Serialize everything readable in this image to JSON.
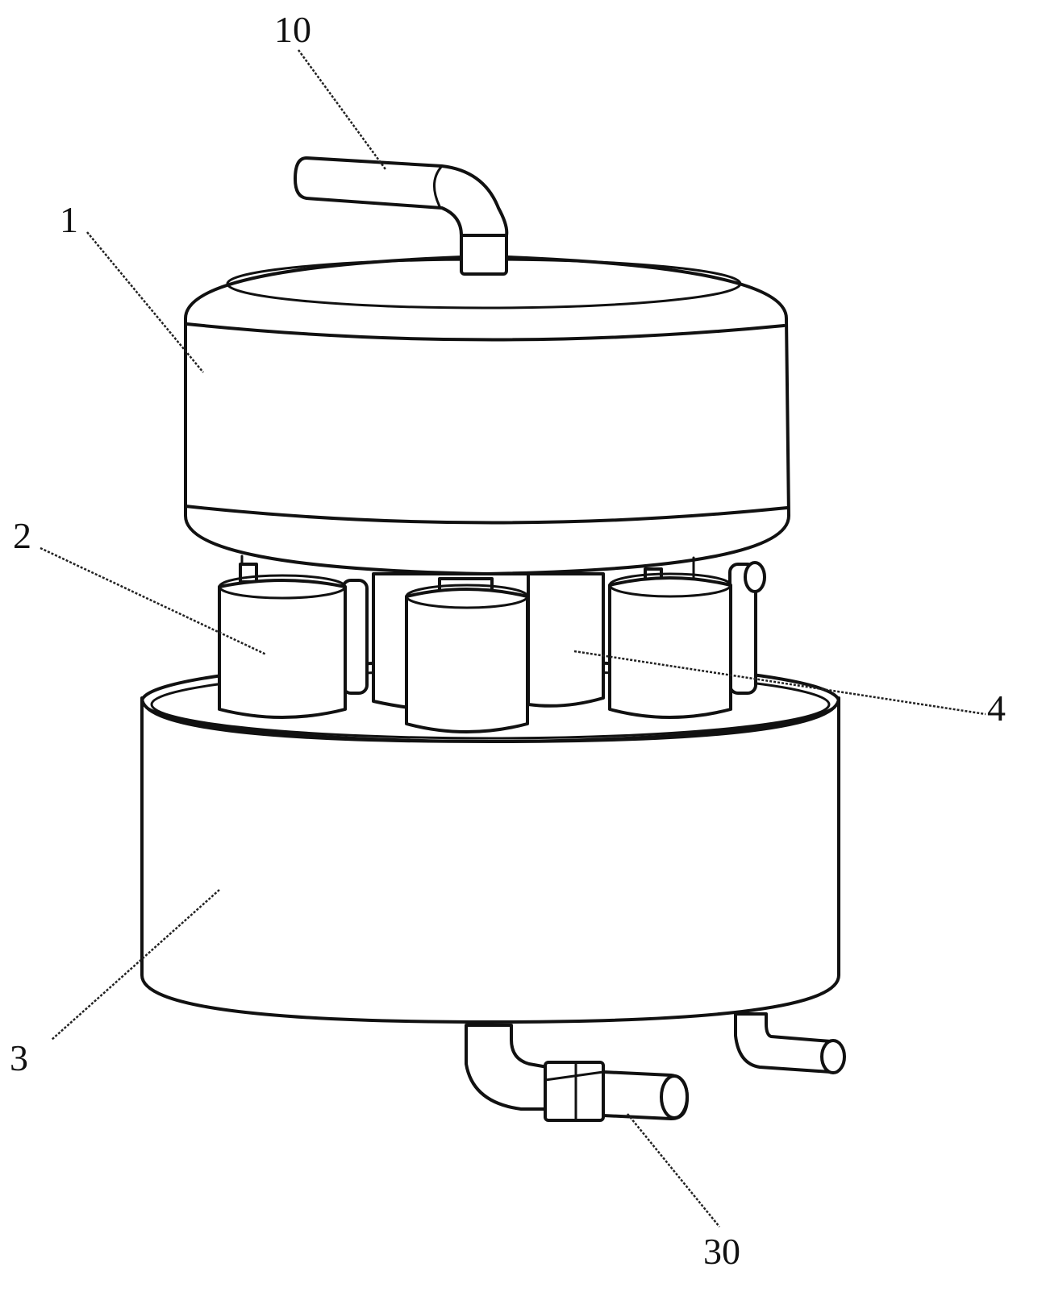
{
  "labels": {
    "part_1": "1",
    "part_2": "2",
    "part_3": "3",
    "part_4": "4",
    "part_10": "10",
    "part_30": "30"
  },
  "colors": {
    "line": "#111111",
    "fill": "#ffffff"
  }
}
